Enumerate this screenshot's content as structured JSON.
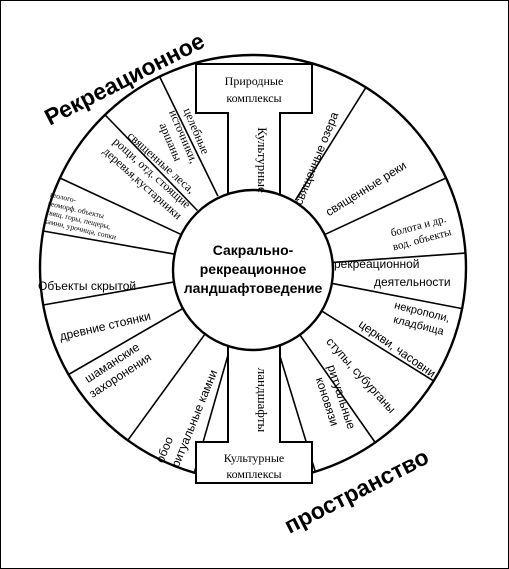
{
  "corner_words": {
    "top_left": "Рекреационное",
    "bottom_right": "пространство"
  },
  "center": {
    "line1": "Сакрально-",
    "line2": "рекреационное",
    "line3": "ландшафтоведение"
  },
  "top_box": {
    "line1": "Природные",
    "line2": "комплексы"
  },
  "bottom_box": {
    "line1": "Культурные",
    "line2": "комплексы"
  },
  "top_stem": "Культурные",
  "bottom_stem": "ландшафты",
  "left_sectors": {
    "s1": [
      "целебные",
      "источники,",
      "аршаны"
    ],
    "s2": [
      "священные леса,",
      "рощи, отд. стоящие",
      "деревья,кустарники"
    ],
    "s3": [
      "геолого-",
      "геоморф. объекты",
      "свящ. горы, пещеры,",
      "камни, урочища, сопки"
    ],
    "s4": "Объекты скрытой",
    "s5": "древние стоянки",
    "s6": [
      "шаманские",
      "захоронения"
    ],
    "s7": "ритуальные камни",
    "s8": "обоо"
  },
  "right_sectors": {
    "s1": "священные озера",
    "s2": "священные реки",
    "s3": [
      "болота и др.",
      "вод. объекты"
    ],
    "s4a": "рекреационной",
    "s4b": "деятельности",
    "s5": [
      "некрополи,",
      "кладбища"
    ],
    "s6": "церкви, часовни",
    "s7": "ступы, субурганы",
    "s8": [
      "ритуальные",
      "коновязи"
    ]
  }
}
